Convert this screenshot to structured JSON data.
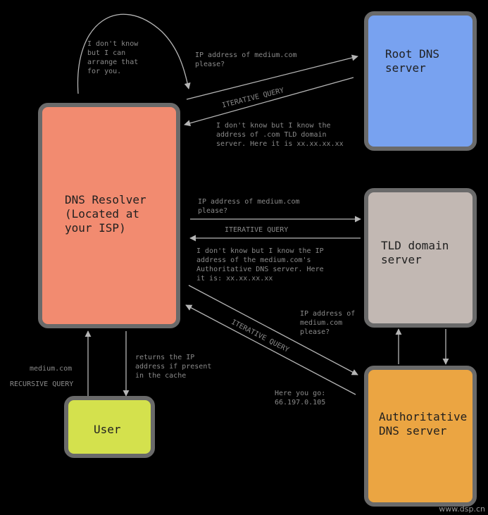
{
  "colors": {
    "resolver": "#f28b70",
    "root": "#78a2f0",
    "tld": "#c2b8b3",
    "authoritative": "#eba542",
    "user": "#d4e14d",
    "border": "#6a6a6a",
    "line": "#b5b5b5"
  },
  "nodes": {
    "resolver": {
      "label": "DNS Resolver\n(Located at\nyour ISP)"
    },
    "root": {
      "label": "Root DNS\nserver"
    },
    "tld": {
      "label": "TLD domain\nserver"
    },
    "authoritative": {
      "label": "Authoritative\nDNS server"
    },
    "user": {
      "label": "User"
    }
  },
  "notes": {
    "self_loop": "I don't know\nbut I can\narrange that\nfor you.",
    "root_request": "IP address of medium.com\nplease?",
    "root_iterative": "ITERATIVE QUERY",
    "root_response": "I don't know but I know the\naddress of .com TLD domain\nserver. Here it is xx.xx.xx.xx",
    "tld_request": "IP address of medium.com\nplease?",
    "tld_iterative": "ITERATIVE QUERY",
    "tld_response": "I don't know but I know the IP\naddress of the medium.com's\nAuthoritative DNS server. Here\nit is: xx.xx.xx.xx",
    "auth_request": "IP address of\nmedium.com\nplease?",
    "auth_iterative": "ITERATIVE QUERY",
    "auth_response": "Here you go:\n66.197.0.105",
    "user_request": "medium.com",
    "recursive": "RECURSIVE QUERY",
    "cache_return": "returns the IP\naddress if present\nin the cache"
  },
  "watermark": "www.dsp.cn"
}
